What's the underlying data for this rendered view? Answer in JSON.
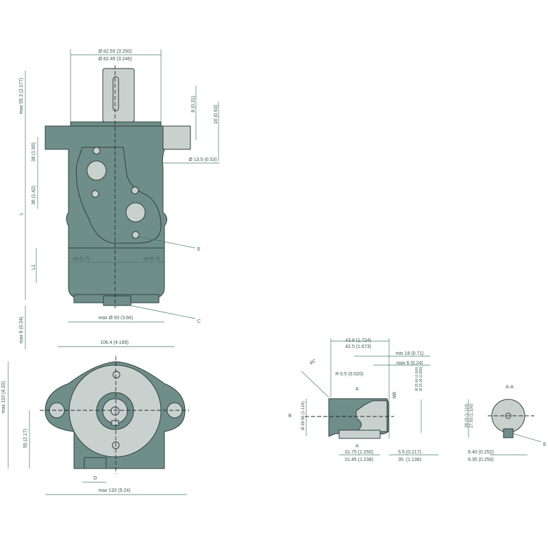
{
  "colors": {
    "body": "#6f8e8a",
    "light": "#c9d1cf",
    "dimension": "#3f7a68"
  },
  "side_view": {
    "shaft_dia_max": "Ø 82.55 (3.250)",
    "shaft_dia_min": "Ø 82.45 (3.246)",
    "shaft_len": "max 55.3 (2.177)",
    "flange_8": "8 (0.31)",
    "flange_16": "16 (0.63)",
    "hole_dia": "Ø 13.5 (0.53)",
    "port_38": "38 (1.50)",
    "port_36": "36 (1.42)",
    "L": "L",
    "E": "E",
    "offset_left": "18 (0.7)",
    "offset_right": "18 (0.7)",
    "L1": "L1",
    "C": "C",
    "body_dia": "max Ø 93 (3.66)",
    "max6": "max 6 (0.24)"
  },
  "front_view": {
    "bolt_spacing": "106.4 (4.189)",
    "height": "max 110 (4.33)",
    "center_height": "55 (2.17)",
    "D": "D",
    "width": "max 133 (5.24)"
  },
  "shaft_detail": {
    "len_max": "43.8 (1.724)",
    "len_min": "42.5 (1.673)",
    "min18": "min 18 (0.71)",
    "max6": "max 6 (0.24)",
    "angle": "45°",
    "radius": "R 0.5 (0.020)",
    "A_top": "A",
    "A_bottom": "A",
    "thread": "M8",
    "dia_max": "Ø 25.40 (1.000)",
    "dia_min": "Ø 25.38 (0.999)",
    "B": "B",
    "collar_dia": "Ø 28.56 (1.124)",
    "key_len_max": "31.75 (1.250)",
    "key_len_min": "31.45 (1.238)",
    "offset": "5.5 (0.217)",
    "total": "35. (1.138)"
  },
  "section_aa": {
    "title": "A-A",
    "h_max": "28.19 (1.110)",
    "h_min": "27.93 (1.100)",
    "key_w_max": "6.40 (0.252)",
    "key_w_min": "6.35 (0.250)",
    "E": "E"
  }
}
